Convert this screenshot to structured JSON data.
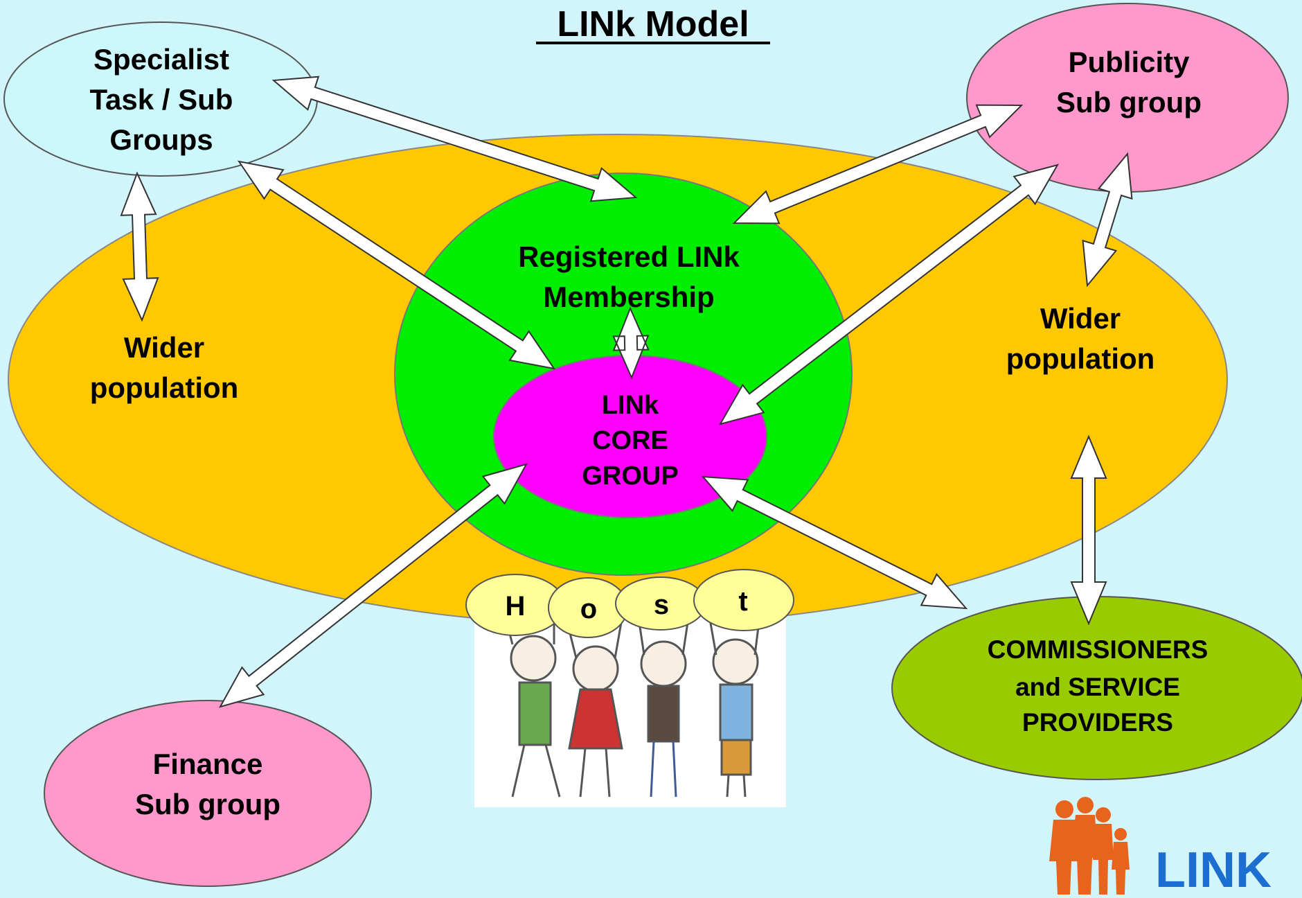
{
  "title": "LINk Model",
  "colors": {
    "background": "#d2f5fb",
    "wider_population_fill": "#ffc800",
    "membership_fill": "#00ee00",
    "core_group_fill": "#ff00ff",
    "specialist_fill": "#ccf7fb",
    "publicity_fill": "#ff99cc",
    "finance_fill": "#ff99cc",
    "commissioners_fill": "#99cc00",
    "host_bubble_fill": "#ffff99",
    "arrow_fill": "#ffffff",
    "logo_color": "#e8641c",
    "logo_text_color": "#1c6fd0"
  },
  "wider_population_left": "Wider population",
  "wider_population_right": "Wider population",
  "membership": {
    "line1": "Registered LINk",
    "line2": "Membership"
  },
  "core_group": {
    "line1": "LINk",
    "line2": "CORE",
    "line3": "GROUP"
  },
  "specialist": {
    "line1": "Specialist",
    "line2": "Task / Sub",
    "line3": "Groups"
  },
  "publicity": {
    "line1": "Publicity",
    "line2": "Sub group"
  },
  "finance": {
    "line1": "Finance",
    "line2": "Sub group"
  },
  "commissioners": {
    "line1": "COMMISSIONERS",
    "line2": "and SERVICE",
    "line3": "PROVIDERS"
  },
  "host_letters": [
    "H",
    "o",
    "s",
    "t"
  ],
  "logo": {
    "text": "LINK",
    "icon": "people-group-icon"
  },
  "host_illustration": {
    "icon": "four-people-holding-letters-icon"
  }
}
